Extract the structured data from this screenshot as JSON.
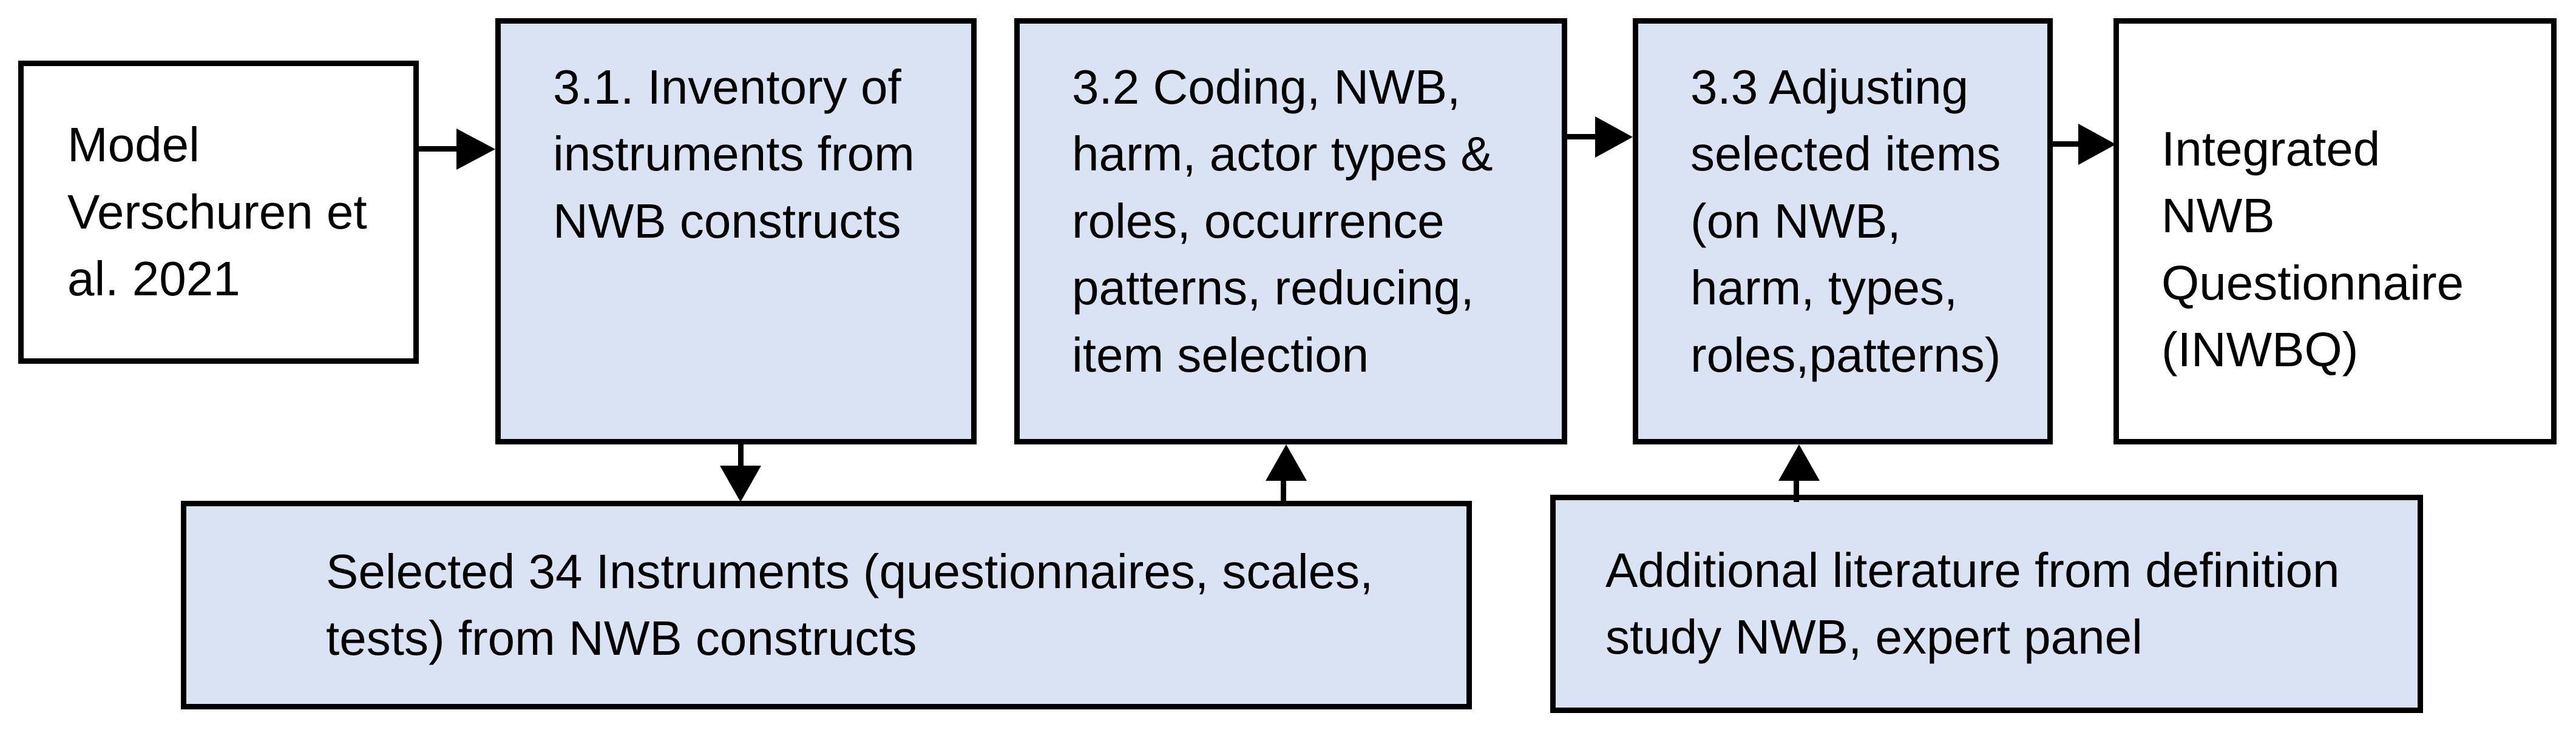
{
  "diagram": {
    "title": "INWBQ development flowchart",
    "colors": {
      "step_fill": "#dae3f3",
      "endpoint_fill": "#ffffff",
      "border": "#000000",
      "text": "#000000"
    },
    "boxes": {
      "model": {
        "text": "Model\nVerschuren et\nal. 2021"
      },
      "step31": {
        "text": "3.1. Inventory of\ninstruments from\nNWB constructs"
      },
      "step32": {
        "text": "3.2 Coding, NWB,\nharm, actor types &\nroles, occurrence\npatterns, reducing,\nitem selection"
      },
      "step33": {
        "text": "3.3 Adjusting\nselected items\n(on NWB,\nharm, types,\nroles,patterns)"
      },
      "output": {
        "text": "Integrated\nNWB\nQuestionnaire\n(INWBQ)"
      },
      "instruments": {
        "text": "Selected 34 Instruments (questionnaires, scales,\ntests) from NWB constructs"
      },
      "literature": {
        "text": "Additional literature from definition\nstudy NWB, expert panel"
      }
    },
    "arrows": [
      {
        "from": "model",
        "to": "step31",
        "direction": "right"
      },
      {
        "from": "step32",
        "to": "step33",
        "direction": "right"
      },
      {
        "from": "step33",
        "to": "output",
        "direction": "right"
      },
      {
        "from": "step31",
        "to": "instruments",
        "direction": "down"
      },
      {
        "from": "instruments",
        "to": "step32",
        "direction": "up"
      },
      {
        "from": "literature",
        "to": "step33",
        "direction": "up"
      }
    ]
  }
}
